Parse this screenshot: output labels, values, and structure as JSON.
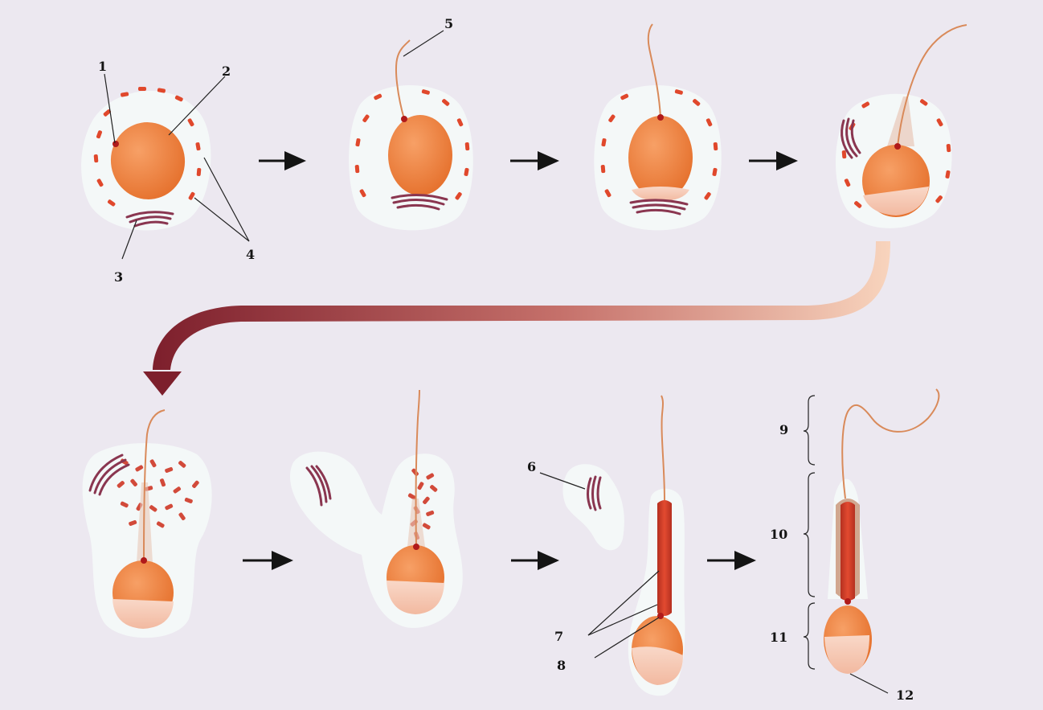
{
  "labels": {
    "l1": "1",
    "l2": "2",
    "l3": "3",
    "l4": "4",
    "l5": "5",
    "l6": "6",
    "l7": "7",
    "l8": "8",
    "l9": "9",
    "l10": "10",
    "l11": "11",
    "l12": "12"
  },
  "colors": {
    "background": "#ece8f0",
    "cytoplasm": "#f4f8f8",
    "nucleus": "#f08a42",
    "acrosome": "#f6cbb4",
    "centriole": "#b01a1a",
    "mitochondria": "#d24a3a",
    "golgi": "#8a3650",
    "flagellum": "#d98a5a",
    "arrow": "#141414"
  },
  "stages": [
    "stage-1",
    "stage-2",
    "stage-3",
    "stage-4",
    "stage-5",
    "stage-6",
    "stage-7",
    "stage-8"
  ]
}
